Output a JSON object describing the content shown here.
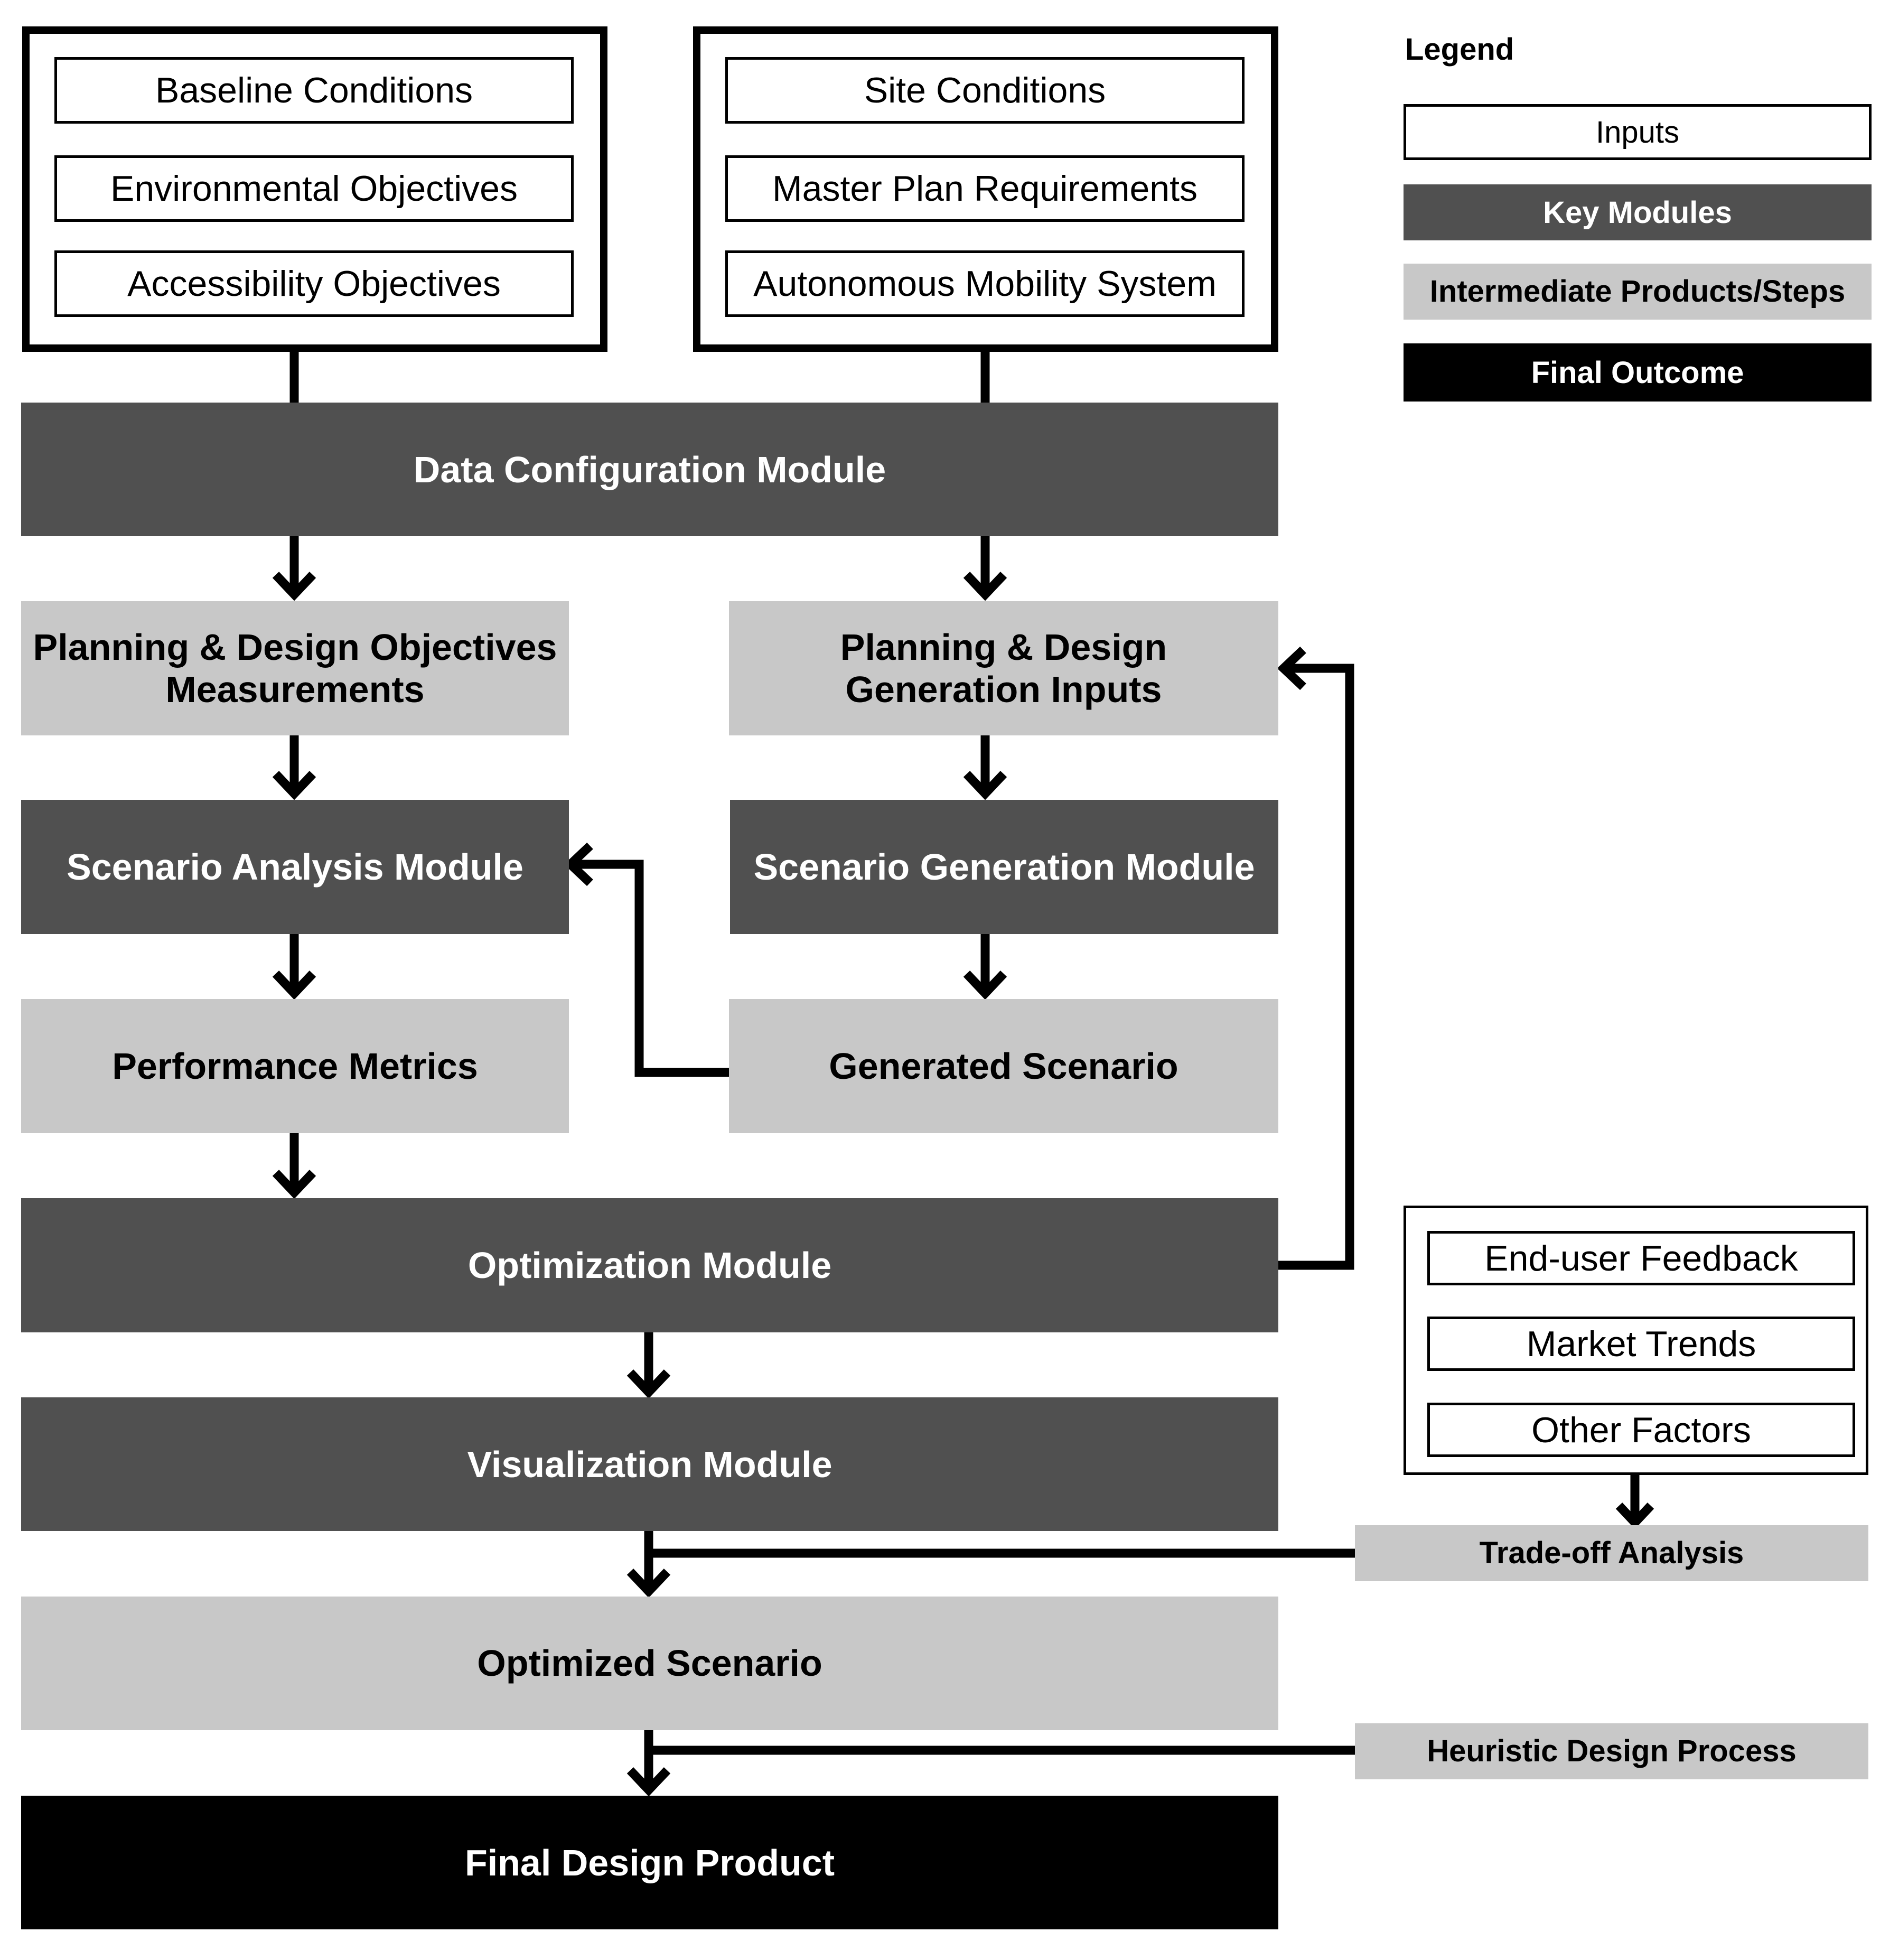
{
  "inputs_left": [
    "Baseline Conditions",
    "Environmental Objectives",
    "Accessibility Objectives"
  ],
  "inputs_right": [
    "Site Conditions",
    "Master Plan Requirements",
    "Autonomous Mobility System"
  ],
  "modules": {
    "data_config": "Data Configuration Module",
    "scenario_analysis": "Scenario Analysis Module",
    "scenario_generation": "Scenario Generation Module",
    "optimization": "Optimization Module",
    "visualization": "Visualization Module"
  },
  "intermediate": {
    "objectives_measurements": [
      "Planning & Design Objectives",
      "Measurements"
    ],
    "generation_inputs": [
      "Planning & Design",
      "Generation Inputs"
    ],
    "performance_metrics": "Performance Metrics",
    "generated_scenario": "Generated Scenario",
    "optimized_scenario": "Optimized Scenario",
    "tradeoff_analysis": "Trade-off Analysis",
    "heuristic_design": "Heuristic Design Process"
  },
  "final": "Final Design Product",
  "feedback_inputs": [
    "End-user Feedback",
    "Market Trends",
    "Other Factors"
  ],
  "legend": {
    "title": "Legend",
    "inputs": "Inputs",
    "key_modules": "Key Modules",
    "intermediate": "Intermediate Products/Steps",
    "final_outcome": "Final Outcome"
  },
  "colors": {
    "key_module": "#505050",
    "intermediate": "#c8c8c8",
    "final": "#000000",
    "input": "#ffffff"
  }
}
